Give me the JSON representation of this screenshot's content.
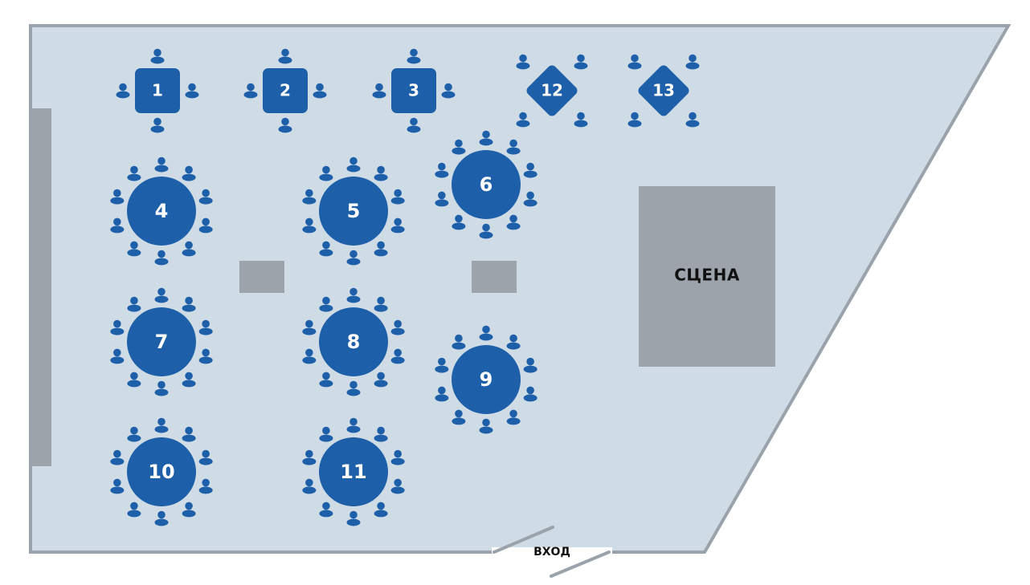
{
  "colors": {
    "floor": "#cfdce6",
    "wall": "#9aa3ab",
    "table": "#1d5fa8",
    "seat": "#1d5fa8",
    "stage": "#9ca3aa",
    "column": "#9ca3aa",
    "text_on_table": "#ffffff",
    "text_dark": "#111111"
  },
  "icons": {
    "seat": "person-seat-icon"
  },
  "stage": {
    "label": "СЦЕНА"
  },
  "entrance": {
    "label": "ВХОД"
  },
  "tables": [
    {
      "label": "1",
      "shape": "square",
      "seats": 4
    },
    {
      "label": "2",
      "shape": "square",
      "seats": 4
    },
    {
      "label": "3",
      "shape": "square",
      "seats": 4
    },
    {
      "label": "12",
      "shape": "diamond",
      "seats": 4
    },
    {
      "label": "13",
      "shape": "diamond",
      "seats": 4
    },
    {
      "label": "4",
      "shape": "round",
      "seats": 10
    },
    {
      "label": "5",
      "shape": "round",
      "seats": 10
    },
    {
      "label": "6",
      "shape": "round",
      "seats": 10
    },
    {
      "label": "7",
      "shape": "round",
      "seats": 10
    },
    {
      "label": "8",
      "shape": "round",
      "seats": 10
    },
    {
      "label": "9",
      "shape": "round",
      "seats": 10
    },
    {
      "label": "10",
      "shape": "round",
      "seats": 10
    },
    {
      "label": "11",
      "shape": "round",
      "seats": 10
    }
  ]
}
